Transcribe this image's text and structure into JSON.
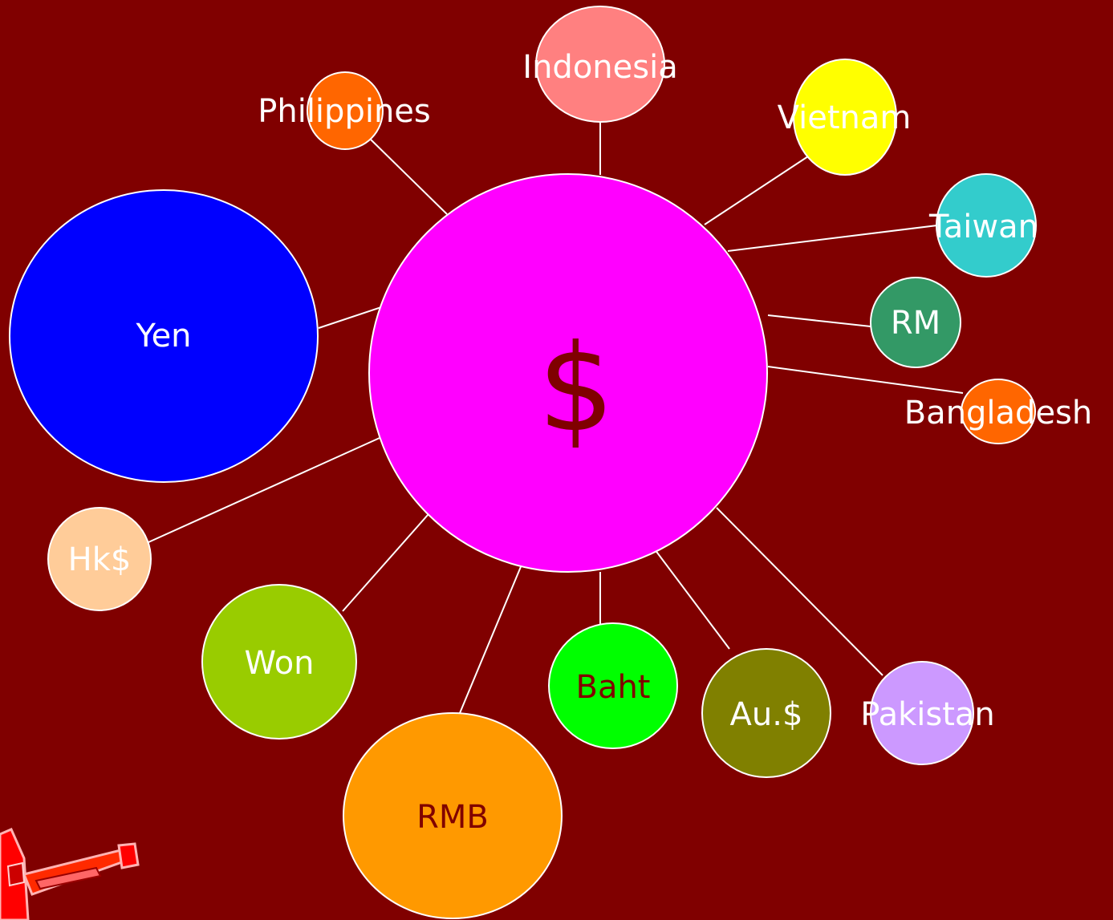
{
  "background": "#800000",
  "hub": {
    "label": "$",
    "color": "#ff00ff",
    "text_color": "#800000"
  },
  "nodes": [
    {
      "id": "yen",
      "label": "Yen",
      "color": "#0000ff",
      "text_color": "#ffffff"
    },
    {
      "id": "philippines",
      "label": "Philippines",
      "color": "#ff6600",
      "text_color": "#ffffff"
    },
    {
      "id": "indonesia",
      "label": "Indonesia",
      "color": "#ff8080",
      "text_color": "#ffffff"
    },
    {
      "id": "vietnam",
      "label": "Vietnam",
      "color": "#ffff00",
      "text_color": "#ffffff"
    },
    {
      "id": "taiwan",
      "label": "Taiwan",
      "color": "#33cccc",
      "text_color": "#ffffff"
    },
    {
      "id": "rm",
      "label": "RM",
      "color": "#339966",
      "text_color": "#ffffff"
    },
    {
      "id": "bangladesh",
      "label": "Bangladesh",
      "color": "#ff6600",
      "text_color": "#ffffff"
    },
    {
      "id": "hk",
      "label": "Hk$",
      "color": "#ffcc99",
      "text_color": "#ffffff"
    },
    {
      "id": "won",
      "label": "Won",
      "color": "#99cc00",
      "text_color": "#ffffff"
    },
    {
      "id": "rmb",
      "label": "RMB",
      "color": "#ff9900",
      "text_color": "#800000"
    },
    {
      "id": "baht",
      "label": "Baht",
      "color": "#00ff00",
      "text_color": "#800000"
    },
    {
      "id": "au",
      "label": "Au.$",
      "color": "#808000",
      "text_color": "#ffffff"
    },
    {
      "id": "pakistan",
      "label": "Pakistan",
      "color": "#cc99ff",
      "text_color": "#ffffff"
    }
  ],
  "edges": [
    {
      "from": "hub",
      "to": "yen"
    },
    {
      "from": "hub",
      "to": "philippines"
    },
    {
      "from": "hub",
      "to": "indonesia"
    },
    {
      "from": "hub",
      "to": "vietnam"
    },
    {
      "from": "hub",
      "to": "taiwan"
    },
    {
      "from": "hub",
      "to": "rm"
    },
    {
      "from": "hub",
      "to": "bangladesh"
    },
    {
      "from": "hub",
      "to": "hk"
    },
    {
      "from": "hub",
      "to": "won"
    },
    {
      "from": "hub",
      "to": "rmb"
    },
    {
      "from": "hub",
      "to": "baht"
    },
    {
      "from": "hub",
      "to": "au"
    },
    {
      "from": "hub",
      "to": "pakistan"
    }
  ]
}
